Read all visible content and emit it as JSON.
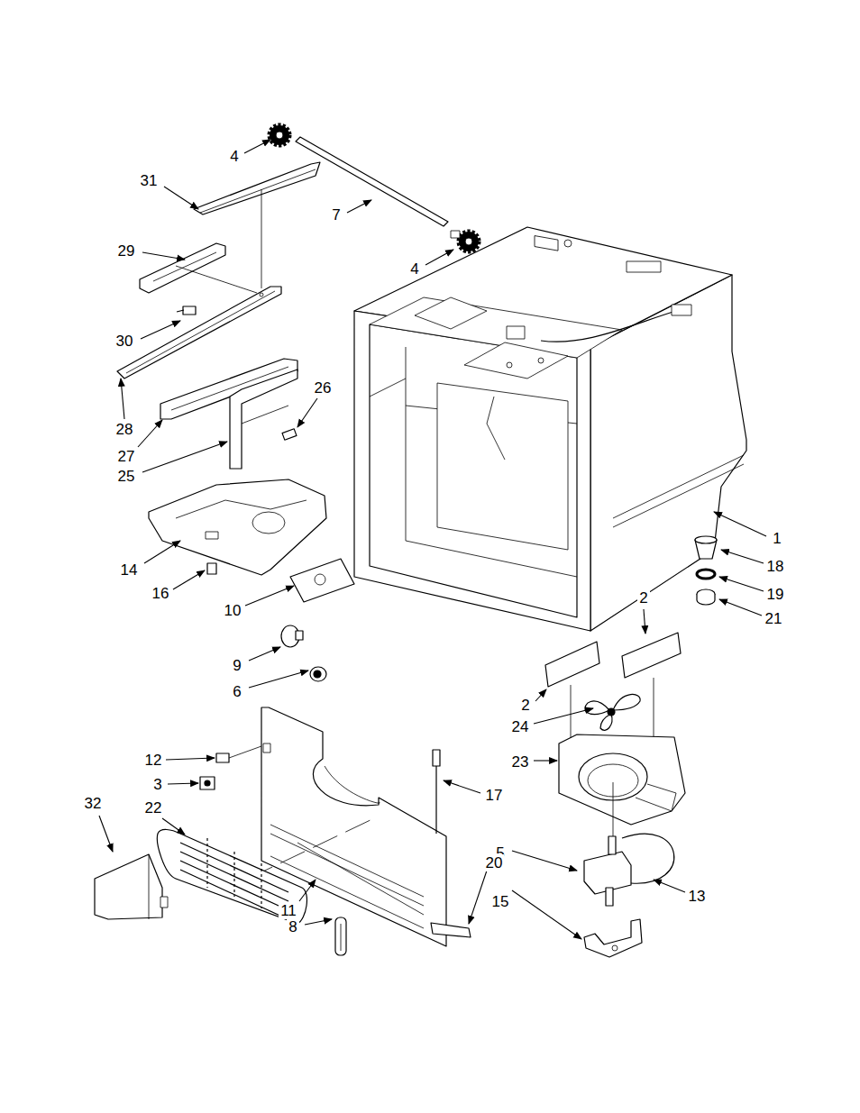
{
  "diagram": {
    "labels": [
      "4",
      "31",
      "7",
      "29",
      "4",
      "30",
      "26",
      "28",
      "27",
      "25",
      "14",
      "1",
      "18",
      "16",
      "10",
      "19",
      "21",
      "2",
      "9",
      "2",
      "6",
      "24",
      "23",
      "12",
      "3",
      "32",
      "22",
      "17",
      "5",
      "20",
      "13",
      "11",
      "15",
      "8"
    ]
  }
}
